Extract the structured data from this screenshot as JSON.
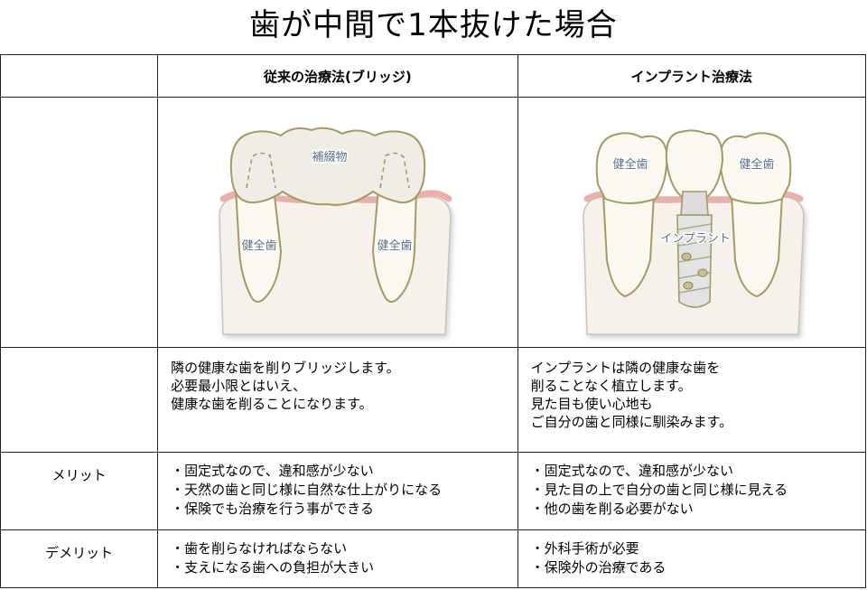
{
  "title": "歯が中間で1本抜けた場合",
  "headers": {
    "corner": "",
    "bridge": "従来の治療法(ブリッジ)",
    "implant": "インプラント治療法"
  },
  "diagram_labels": {
    "bridge_prosthesis": "補綴物",
    "bridge_left": "健全歯",
    "bridge_right": "健全歯",
    "implant_left": "健全歯",
    "implant_right": "健全歯",
    "implant_body": "インプラント"
  },
  "description": {
    "bridge": [
      "隣の健康な歯を削りブリッジします。",
      "必要最小限とはいえ、",
      "健康な歯を削ることになります。"
    ],
    "implant": [
      "インプラントは隣の健康な歯を",
      "削ることなく植立します。",
      "見た目も使い心地も",
      "ご自分の歯と同様に馴染みます。"
    ]
  },
  "merit": {
    "label": "メリット",
    "bridge": [
      "・固定式なので、違和感が少ない",
      "・天然の歯と同じ様に自然な仕上がりになる",
      "・保険でも治療を行う事ができる"
    ],
    "implant": [
      "・固定式なので、違和感が少ない",
      "・見た目の上で自分の歯と同じ様に見える",
      "・他の歯を削る必要がない"
    ]
  },
  "demerit": {
    "label": "デメリット",
    "bridge": [
      "・歯を削らなければならない",
      "・支えになる歯への負担が大きい"
    ],
    "implant": [
      "・外科手術が必要",
      "・保険外の治療である"
    ]
  }
}
